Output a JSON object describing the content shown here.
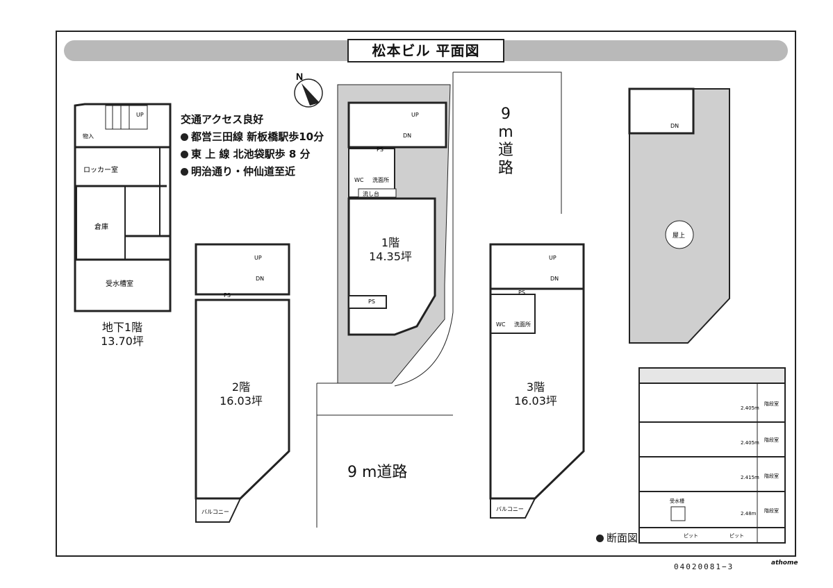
{
  "title": "松本ビル 平面図",
  "access": {
    "heading": "交通アクセス良好",
    "lines": [
      "都営三田線 新板橋駅歩10分",
      "東 上 線 北池袋駅歩 8 分",
      "明治通り・仲仙道至近"
    ]
  },
  "north": "N",
  "basement": {
    "name": "地下1階",
    "area": "13.70坪",
    "rooms": [
      "物入",
      "ロッカー室",
      "倉庫",
      "受水槽室"
    ]
  },
  "floor1": {
    "name": "1階",
    "area": "14.35坪"
  },
  "floor2": {
    "name": "2階",
    "area": "16.03坪"
  },
  "floor3": {
    "name": "3階",
    "area": "16.03坪"
  },
  "roof": {
    "label": "屋上"
  },
  "road_east": {
    "num": "9",
    "unit": "m",
    "w1": "道",
    "w2": "路"
  },
  "road_south": "9 m道路",
  "labels": {
    "up": "UP",
    "dn": "DN",
    "ps": "PS",
    "wc": "WC",
    "washroom": "洗面所",
    "sink": "流し台",
    "balcony": "バルコニー"
  },
  "section": {
    "title": "断面図",
    "stair": "階段室",
    "heights": [
      "2.405m",
      "2.405m",
      "2.415m",
      "2.48m"
    ],
    "tank": "受水槽",
    "pit": "ピット"
  },
  "footer": {
    "code": "04020081−3",
    "brand": "athome"
  }
}
